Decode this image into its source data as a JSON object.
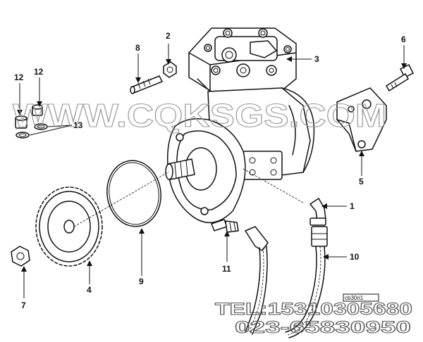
{
  "diagram": {
    "callouts": {
      "c1": "1",
      "c2": "2",
      "c3": "3",
      "c4": "4",
      "c5": "5",
      "c6": "6",
      "c7": "7",
      "c8": "8",
      "c9": "9",
      "c10": "10",
      "c11": "11",
      "c12a": "12",
      "c12b": "12",
      "c13": "13"
    },
    "drawing_code": "cb30ri1"
  },
  "watermark": {
    "site": "WWW.CQKSGS.COM",
    "tel": "TEL:15310305680",
    "phone": "023-65830950"
  }
}
